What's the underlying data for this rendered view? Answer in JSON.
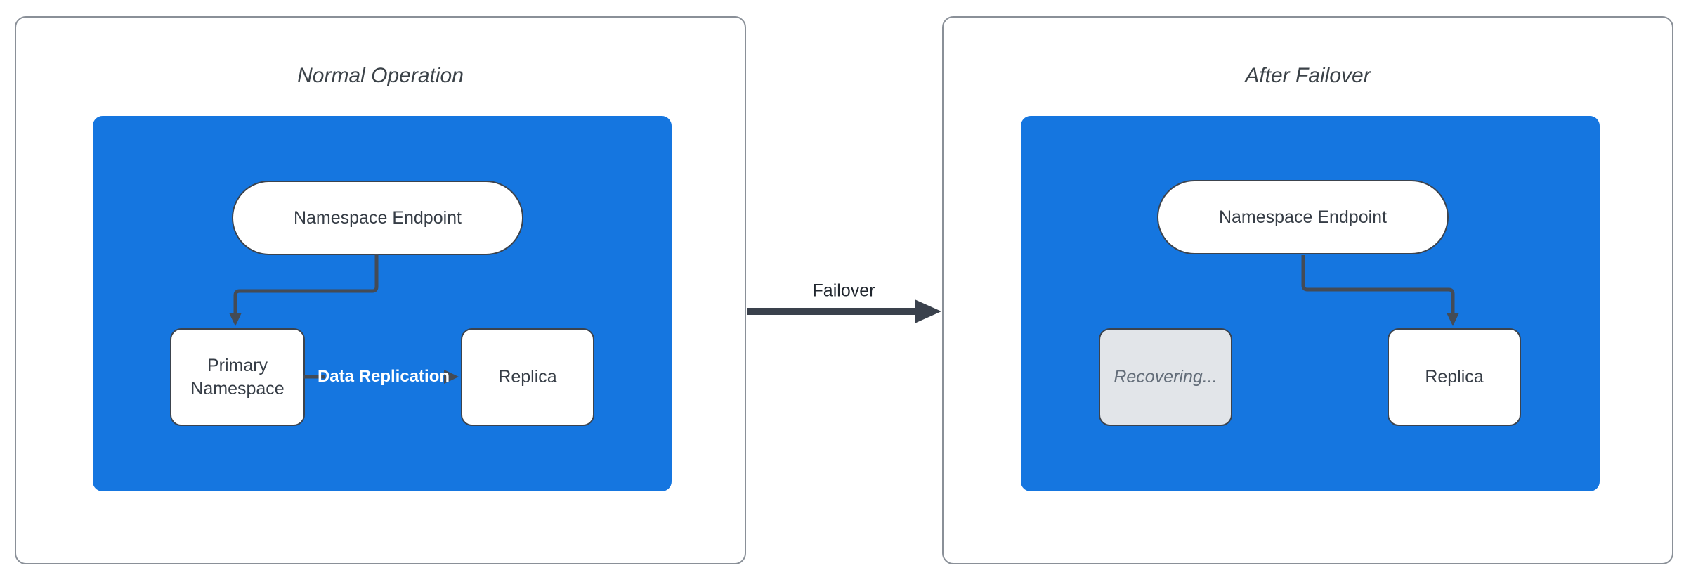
{
  "diagram": {
    "panels": [
      {
        "title": "Normal Operation",
        "endpoint_label": "Namespace Endpoint",
        "primary_label": "Primary Namespace",
        "replica_label": "Replica",
        "replication_label": "Data Replication"
      },
      {
        "title": "After Failover",
        "endpoint_label": "Namespace Endpoint",
        "recovering_label": "Recovering...",
        "replica_label": "Replica"
      }
    ],
    "transition_label": "Failover",
    "colors": {
      "cluster_blue": "#1576E0",
      "connector_dark": "#444B55",
      "failover_arrow": "#3A414C",
      "node_border": "#3C434D",
      "panel_border": "#8A9098",
      "recovering_fill": "#E2E5E9",
      "recovering_text": "#636D79",
      "text_dark": "#363D46",
      "title_text": "#3B4248"
    }
  }
}
